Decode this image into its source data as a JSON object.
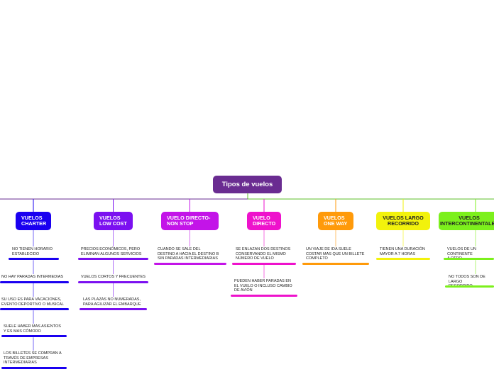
{
  "root": {
    "label": "Tipos de vuelos",
    "color": "#6a2c91"
  },
  "categories": [
    {
      "label": "VUELOS\nCHARTER",
      "color": "#1a00f0",
      "leaves": [
        "NO TIENEN HORARIO\nESTABLECIDO",
        "NO HAY PARADAS INTERMEDIAS",
        "SU USO ES PARA VACACIONES,\nEVENTO DEPORTIVO O MUSICAL",
        "SUELE HABER MAS ASIENTOS\nY ES MAS CÓMODO",
        "LOS BILLETES SE COMPRAN A\nTRAVÉS DE EMPRESAS\n INTERMEDIARIAS"
      ]
    },
    {
      "label": "VUELOS\nLOW COST",
      "color": "#7b10f0",
      "leaves": [
        "PRECIOS ECONÓMICOS, PERO\nELIMINAN ALGUNOS SERVICIOS",
        "VUELOS CORTOS Y FRECUENTES",
        "LAS PLAZAS NO NUMERADAS,\nPARA AGILIZAR EL EMBARQUE"
      ]
    },
    {
      "label": "VUELO DIRECTO-\nNON STOP",
      "color": "#c314e8",
      "leaves": [
        "CUANDO SE SALE DEL\nDESTINO A HACIA EL DESTINO B\nSIN PARADAS INTERMEDIARIAS"
      ]
    },
    {
      "label": "VUELO\nDIRECTO",
      "color": "#ee12cc",
      "leaves": [
        "SE ENLAZAN DOS DESTINOS\nCONSERVANDO EL MISMO\nNÚMERO DE VUELO",
        "PUEDEN HABER PARADAS EN\nEL VUELO O INCLUSO CAMBIO\nDE AVIÓN"
      ]
    },
    {
      "label": "VUELOS\nONE WAY",
      "color": "#ff9a0a",
      "leaves": [
        "UN VIAJE DE IDA SUELE\nCOSTAR MAS QUE UN BILLETE\nCOMPLETO"
      ]
    },
    {
      "label": "VUELOS LARGO\nRECORRIDO",
      "color": "#f2f20c",
      "leaves": [
        "TIENEN UNA DURACIÓN\nMAYOR A 7 HORAS"
      ]
    },
    {
      "label": "VUELOS\nINTERCONTINENTALES",
      "color": "#7cf01c",
      "leaves": [
        "VUELOS DE UN CONTINENTE\nA OTRO",
        "NO TODOS SON DE LARGO\nRECORRIDO"
      ]
    }
  ]
}
